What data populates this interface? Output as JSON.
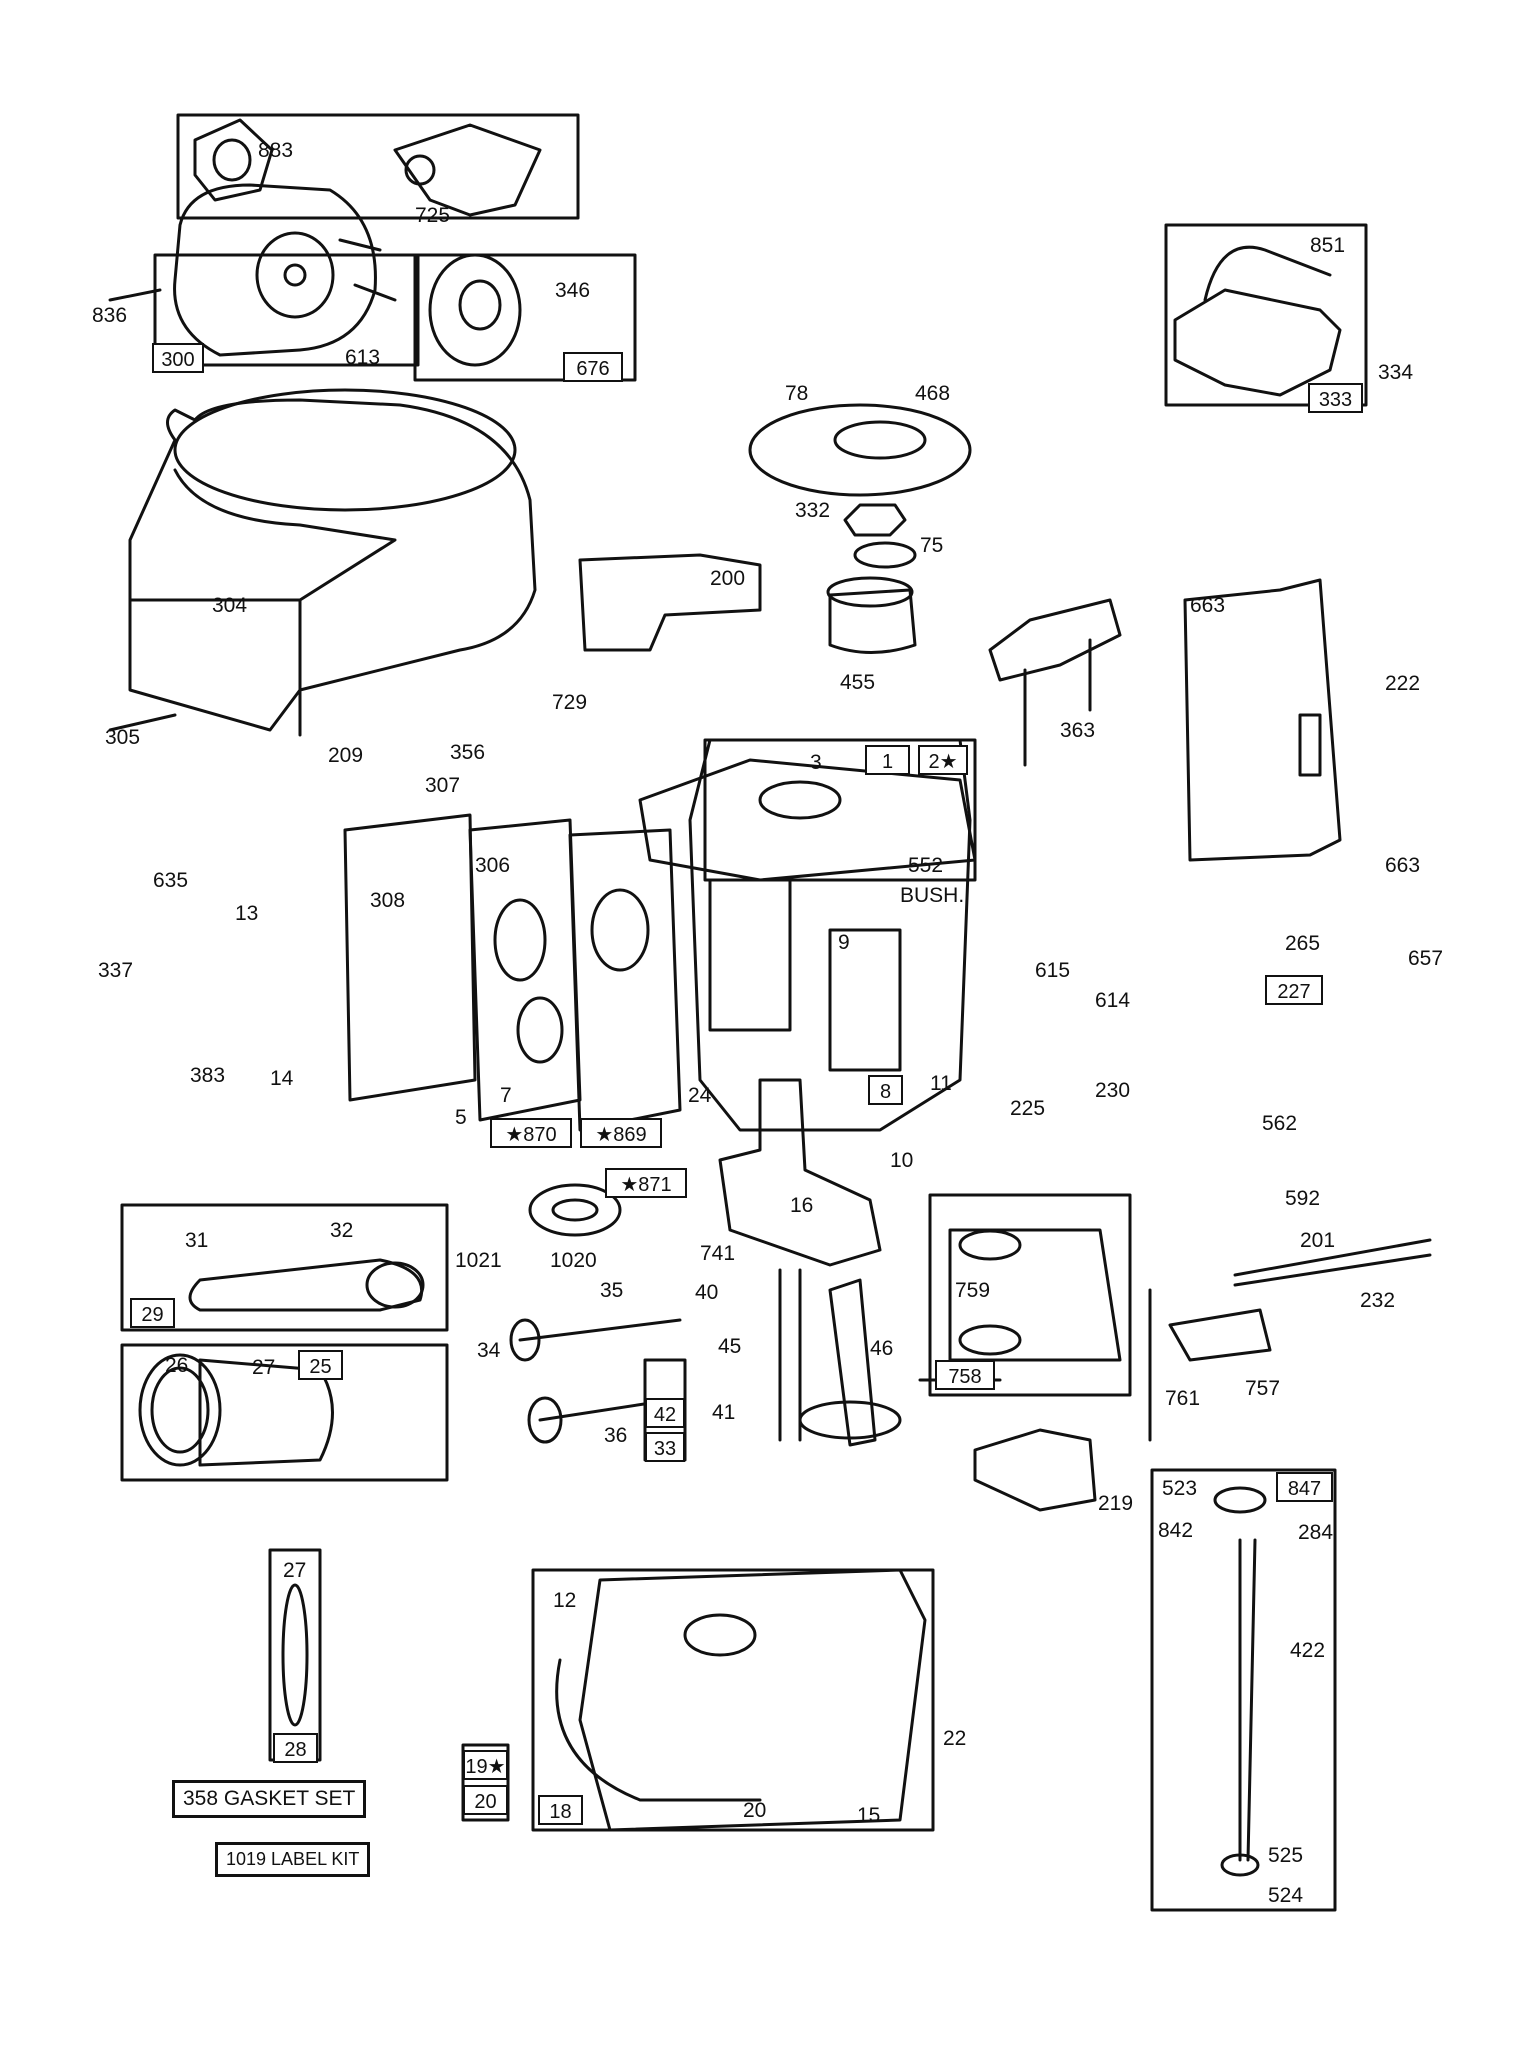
{
  "colors": {
    "ink": "#111111",
    "paper": "#ffffff"
  },
  "diagram": {
    "part_labels": [
      "883",
      "725",
      "836",
      "300",
      "613",
      "346",
      "676",
      "851",
      "334",
      "333",
      "78",
      "468",
      "332",
      "75",
      "200",
      "455",
      "663",
      "222",
      "304",
      "305",
      "209",
      "729",
      "356",
      "363",
      "307",
      "3",
      "1",
      "2★",
      "635",
      "306",
      "552",
      "BUSH.",
      "663",
      "13",
      "308",
      "337",
      "9",
      "615",
      "614",
      "265",
      "657",
      "227",
      "383",
      "14",
      "7",
      "5",
      "24",
      "8",
      "11",
      "225",
      "230",
      "★870",
      "★869",
      "10",
      "★871",
      "562",
      "592",
      "31",
      "32",
      "1021",
      "1020",
      "16",
      "741",
      "201",
      "232",
      "29",
      "35",
      "40",
      "34",
      "759",
      "26",
      "27",
      "25",
      "45",
      "46",
      "761",
      "757",
      "758",
      "41",
      "36",
      "42",
      "33",
      "219",
      "523",
      "847",
      "842",
      "284",
      "27",
      "422",
      "12",
      "22",
      "19★",
      "20",
      "18",
      "20",
      "15",
      "525",
      "524",
      "28"
    ],
    "kits": [
      "358 GASKET SET",
      "1019 LABEL KIT"
    ]
  }
}
